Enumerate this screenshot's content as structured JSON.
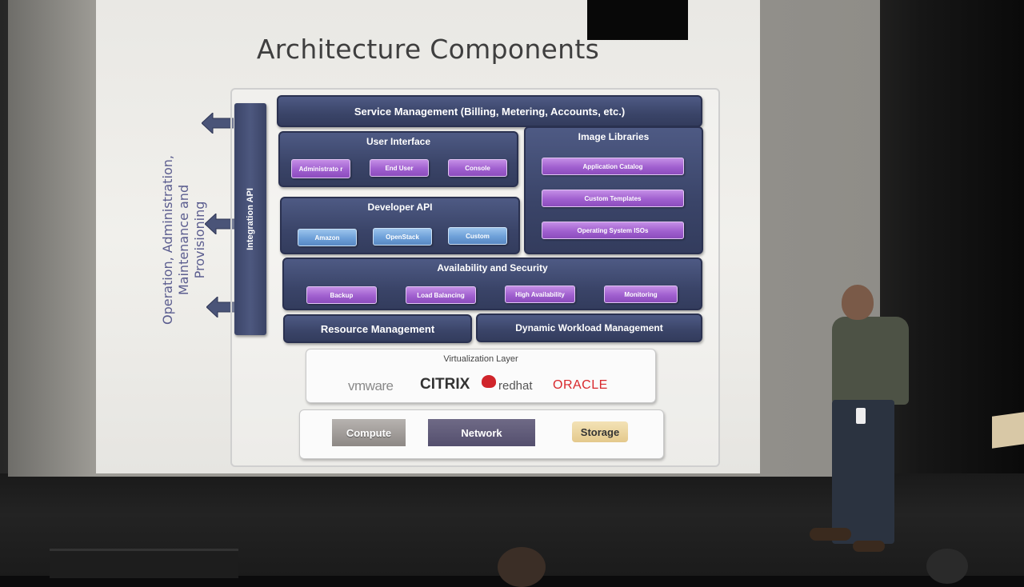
{
  "slide": {
    "title": "Architecture Components",
    "side_label": "Operation, Administration, Maintenance and Provisioning",
    "integration_api": "Integration API",
    "service_management": "Service Management (Billing, Metering, Accounts, etc.)",
    "user_interface": {
      "title": "User Interface",
      "items": [
        "Administrato r",
        "End User",
        "Console"
      ]
    },
    "image_libraries": {
      "title": "Image Libraries",
      "items": [
        "Application Catalog",
        "Custom Templates",
        "Operating System ISOs"
      ]
    },
    "developer_api": {
      "title": "Developer API",
      "items": [
        "Amazon",
        "OpenStack",
        "Custom"
      ]
    },
    "availability_security": {
      "title": "Availability and Security",
      "items": [
        "Backup",
        "Load Balancing",
        "High Availability",
        "Monitoring"
      ]
    },
    "resource_management": "Resource Management",
    "dynamic_workload": "Dynamic Workload Management",
    "virtualization": {
      "title": "Virtualization Layer",
      "logos": [
        "vmware",
        "CITRIX",
        "redhat",
        "ORACLE"
      ]
    },
    "hardware": [
      "Compute",
      "Network",
      "Storage"
    ]
  },
  "colors": {
    "panel": "#3e4870",
    "chip_purple": "#a060cf",
    "chip_blue": "#6d9fd8",
    "side_label": "#5b5d8f"
  }
}
